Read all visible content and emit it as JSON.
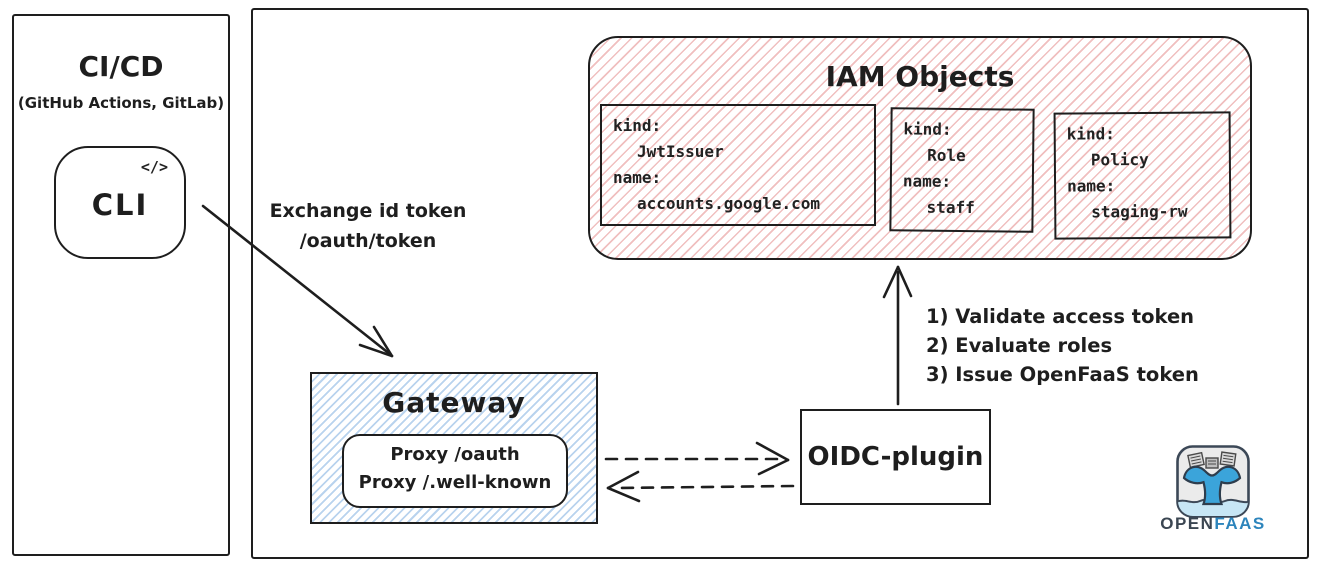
{
  "cicd_panel": {
    "title": "CI/CD",
    "subtitle": "(GitHub Actions, GitLab)",
    "cli": {
      "icon": "</>",
      "label": "CLI"
    }
  },
  "main_panel": {
    "iam": {
      "title": "IAM Objects",
      "cards": [
        {
          "kind_label": "kind:",
          "kind_value": "JwtIssuer",
          "name_label": "name:",
          "name_value": "accounts.google.com"
        },
        {
          "kind_label": "kind:",
          "kind_value": "Role",
          "name_label": "name:",
          "name_value": "staff"
        },
        {
          "kind_label": "kind:",
          "kind_value": "Policy",
          "name_label": "name:",
          "name_value": "staging-rw"
        }
      ]
    },
    "exchange_label": {
      "line1": "Exchange id token",
      "line2": "/oauth/token"
    },
    "gateway": {
      "title": "Gateway",
      "proxy_line1": "Proxy /oauth",
      "proxy_line2": "Proxy /.well-known"
    },
    "oidc_plugin": {
      "label": "OIDC-plugin"
    },
    "steps": [
      "1) Validate access token",
      "2) Evaluate roles",
      "3) Issue OpenFaaS token"
    ],
    "openfaas": {
      "logo": "openfaas-whale-tail-icon",
      "brand_open": "OPEN",
      "brand_faas": "FAAS"
    }
  },
  "colors": {
    "stroke": "#1e1e1e",
    "red_hatch": "#e48a8a",
    "blue_hatch": "#8ab6e2",
    "whale_blue": "#3ba4da",
    "water_blue": "#c7e6f5",
    "brand_dark": "#3b4652",
    "brand_blue": "#2d85bc"
  }
}
